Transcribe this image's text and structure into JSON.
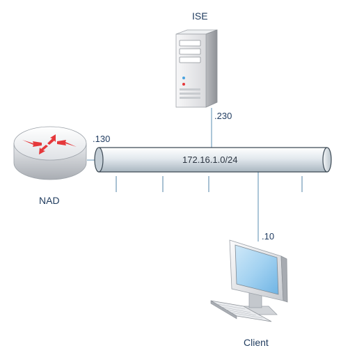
{
  "nodes": {
    "ise": {
      "label": "ISE",
      "ip": ".230"
    },
    "nad": {
      "label": "NAD",
      "ip": ".130"
    },
    "client": {
      "label": "Client",
      "ip": ".10"
    }
  },
  "network": {
    "label": "172.16.1.0/24"
  },
  "colors": {
    "pipe": "#c9d3da",
    "pipe_edge": "#3d4a55",
    "link": "#7fa7c3",
    "router_arrow": "#e5383b",
    "screen": "#9fcff0"
  },
  "icons": {
    "ise": "server-icon",
    "nad": "router-icon",
    "client": "workstation-icon"
  }
}
